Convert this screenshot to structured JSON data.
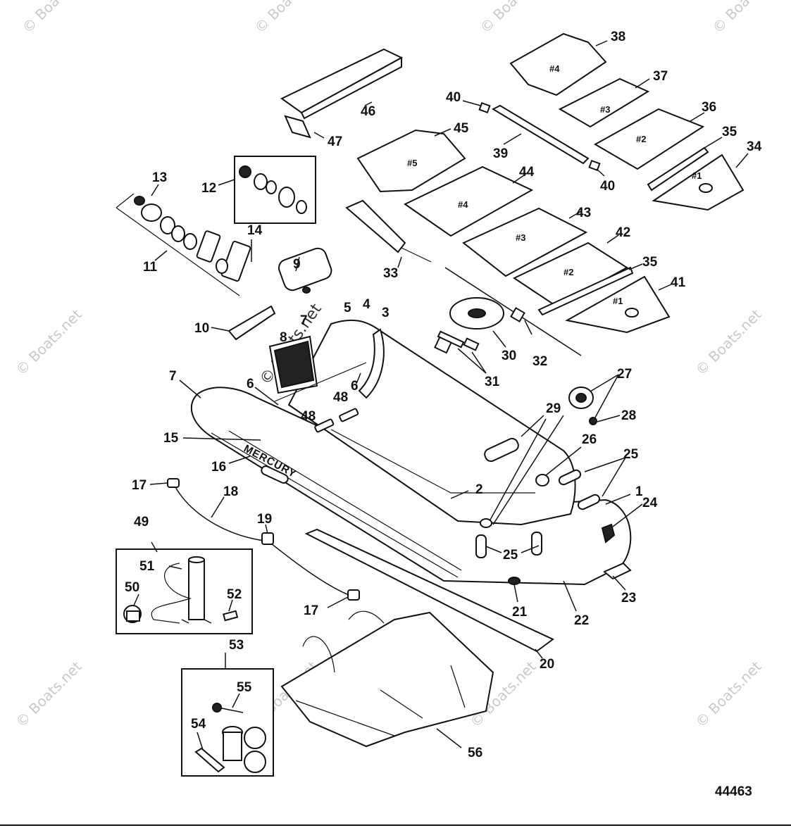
{
  "figure_number": "44463",
  "watermarks": {
    "corner_text": "© Boats.net",
    "center_text": "© Boats.net"
  },
  "hull_brand": "MERCURY",
  "seat_markers": {
    "s1": "#1",
    "s2": "#2",
    "s3": "#3",
    "s4": "#4",
    "s5": "#5"
  },
  "callouts": {
    "c1": "1",
    "c2": "2",
    "c3": "3",
    "c4": "4",
    "c5": "5",
    "c6a": "6",
    "c6b": "6",
    "c7a": "7",
    "c7b": "7",
    "c8": "8",
    "c9": "9",
    "c10": "10",
    "c11": "11",
    "c12": "12",
    "c13": "13",
    "c14": "14",
    "c15": "15",
    "c16": "16",
    "c17a": "17",
    "c17b": "17",
    "c18": "18",
    "c19": "19",
    "c20": "20",
    "c21": "21",
    "c22": "22",
    "c23": "23",
    "c24": "24",
    "c25a": "25",
    "c25b": "25",
    "c26": "26",
    "c27": "27",
    "c28": "28",
    "c29": "29",
    "c30": "30",
    "c31": "31",
    "c32": "32",
    "c33": "33",
    "c34": "34",
    "c35a": "35",
    "c35b": "35",
    "c36": "36",
    "c37": "37",
    "c38": "38",
    "c39": "39",
    "c40a": "40",
    "c40b": "40",
    "c41": "41",
    "c42": "42",
    "c43": "43",
    "c44": "44",
    "c45": "45",
    "c46": "46",
    "c47": "47",
    "c48a": "48",
    "c48b": "48",
    "c49": "49",
    "c50": "50",
    "c51": "51",
    "c52": "52",
    "c53": "53",
    "c54": "54",
    "c55": "55",
    "c56": "56"
  }
}
